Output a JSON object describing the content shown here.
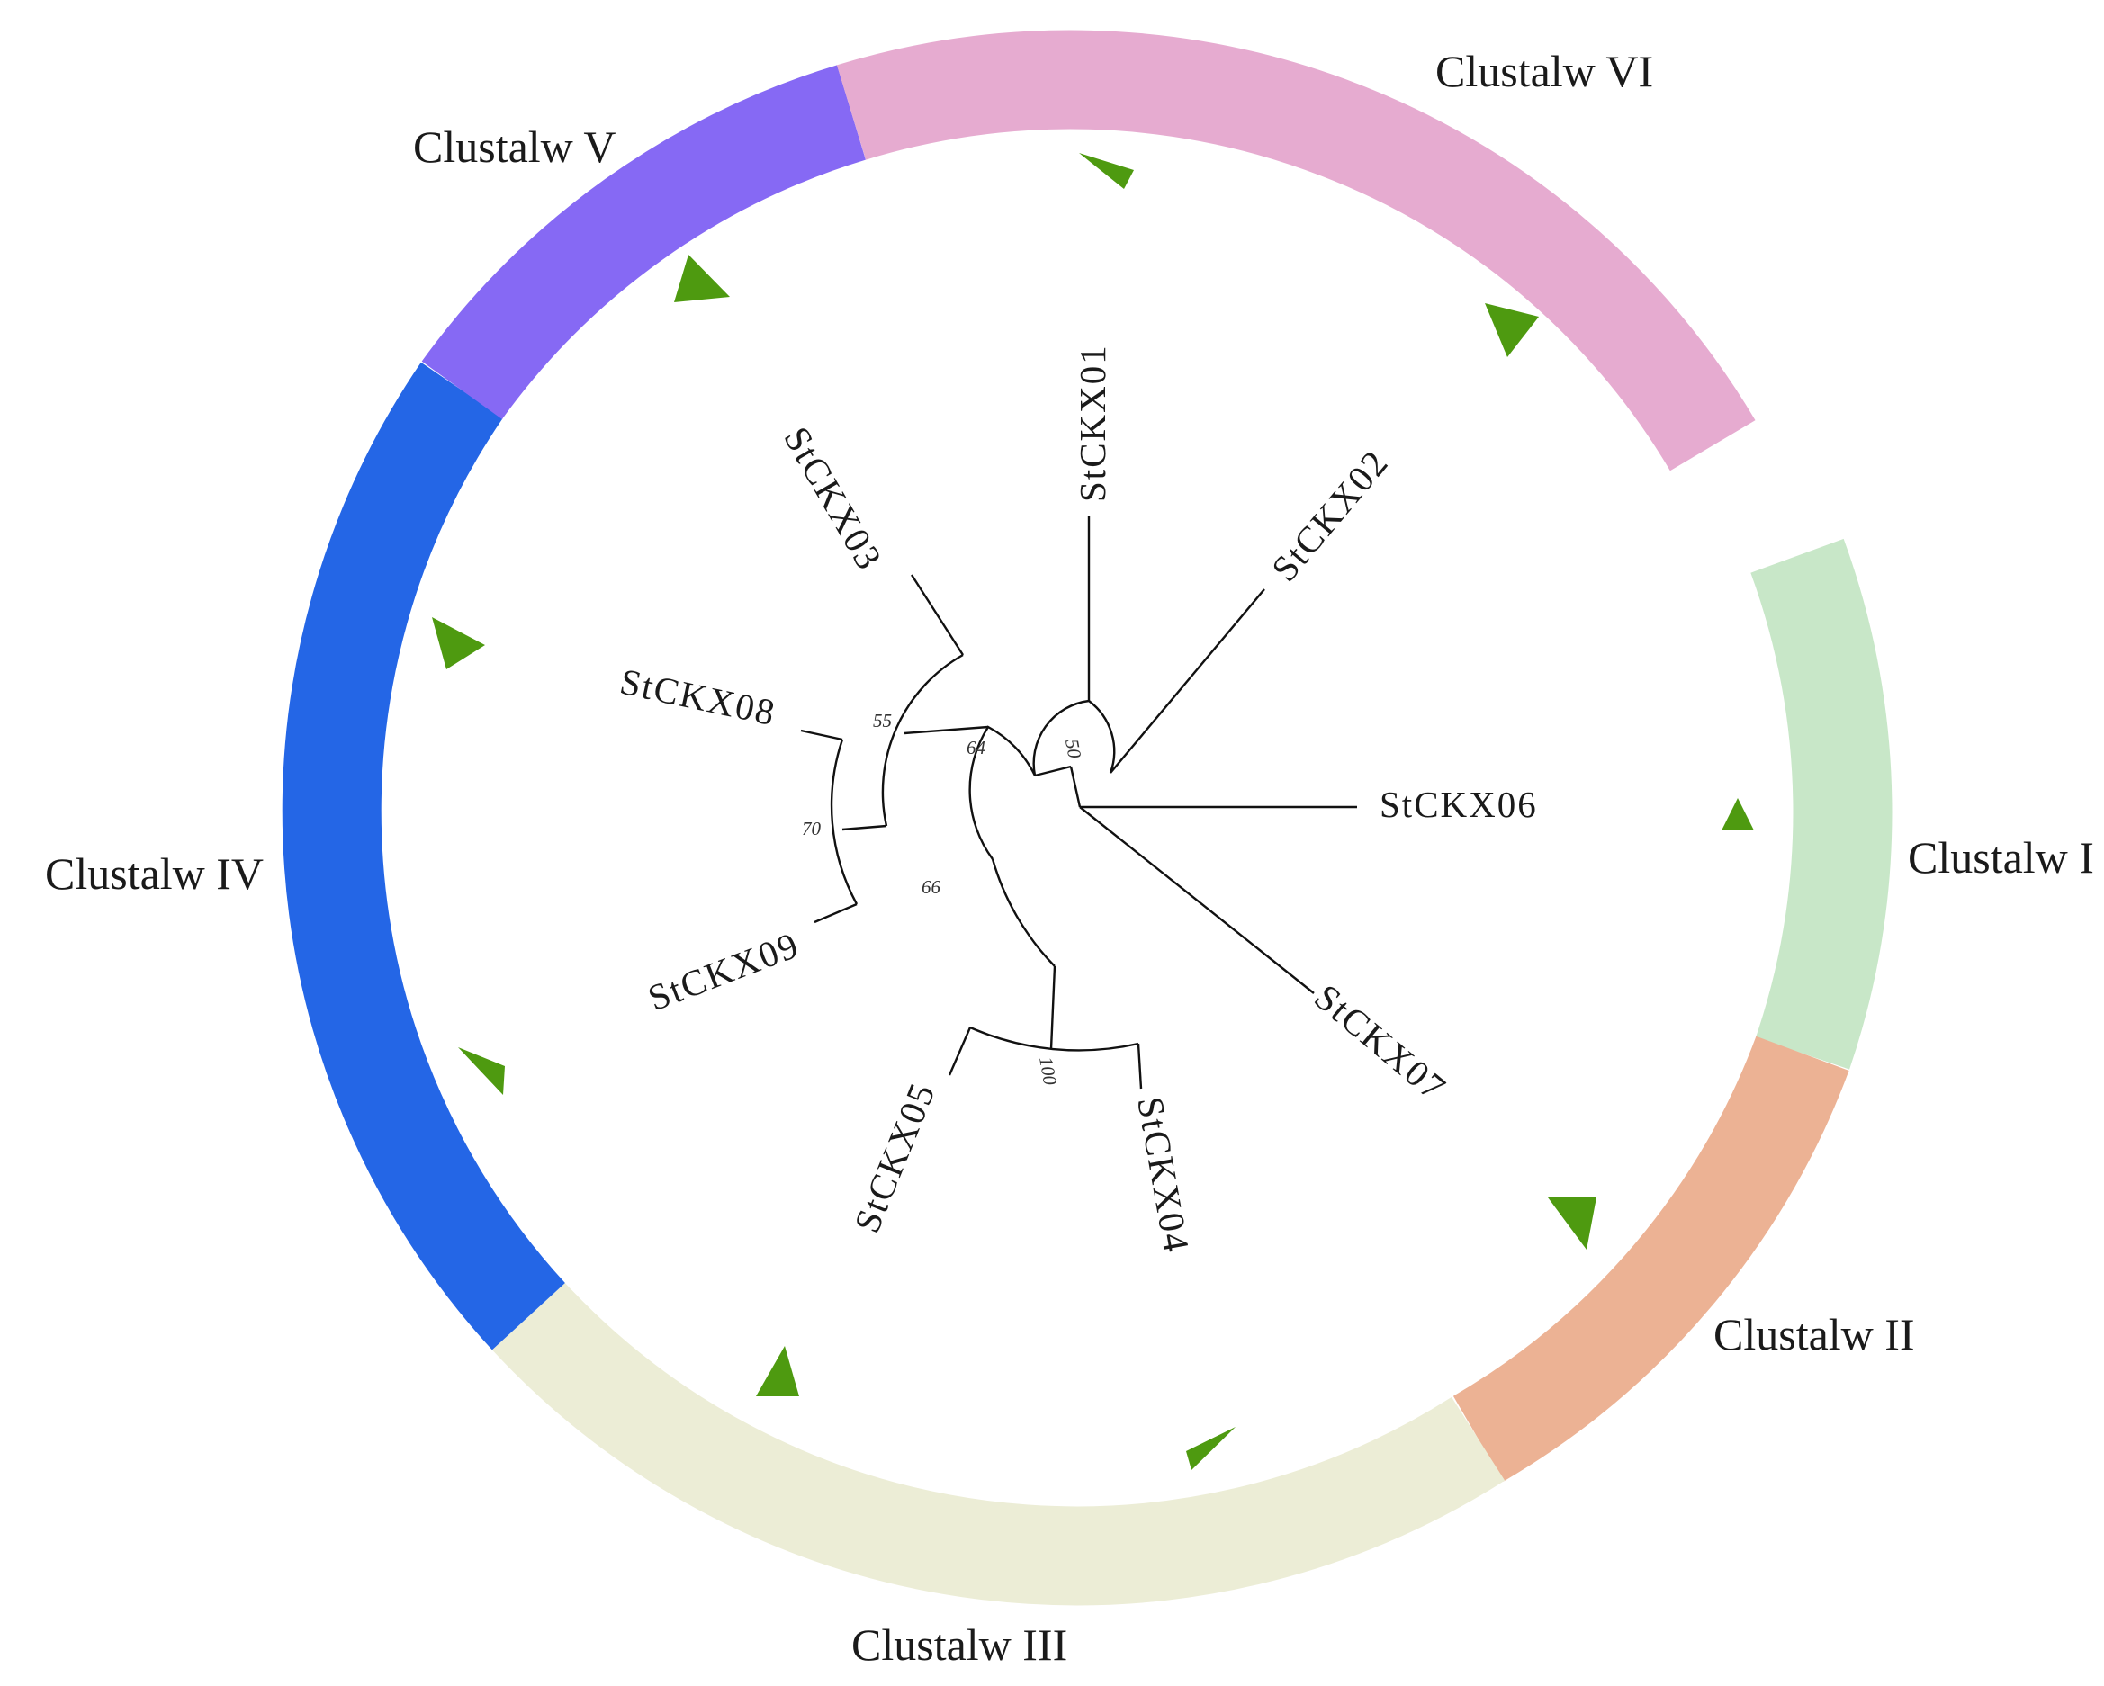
{
  "clusters": [
    {
      "label": "Clustalw I",
      "color": "#c8e7c8"
    },
    {
      "label": "Clustalw II",
      "color": "#ecb294"
    },
    {
      "label": "Clustalw III",
      "color": "#ecedd6"
    },
    {
      "label": "Clustalw IV",
      "color": "#2466e6"
    },
    {
      "label": "Clustalw V",
      "color": "#8669f4"
    },
    {
      "label": "Clustalw VI",
      "color": "#e6abd0"
    }
  ],
  "leaves": [
    "StCKX01",
    "StCKX02",
    "StCKX06",
    "StCKX07",
    "StCKX04",
    "StCKX05",
    "StCKX09",
    "StCKX08",
    "StCKX03"
  ],
  "support_values": [
    "50",
    "64",
    "55",
    "70",
    "66",
    "100"
  ],
  "marker": {
    "shape": "triangle",
    "color": "#4e9a10"
  }
}
